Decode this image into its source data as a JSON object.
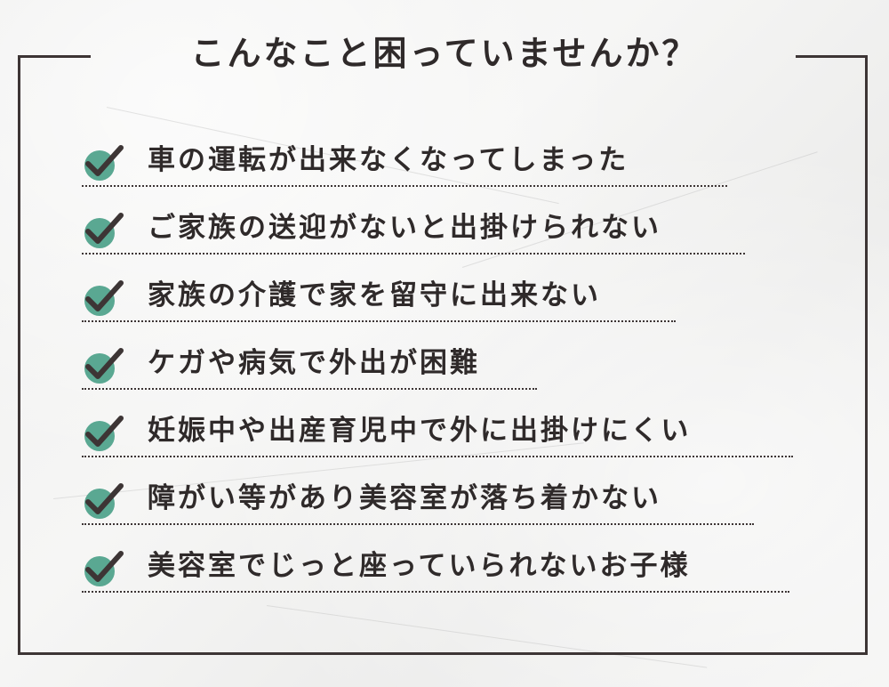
{
  "title": "こんなこと困っていませんか？",
  "colors": {
    "check_circle": "#5aa892",
    "check_mark": "#3d3535",
    "text": "#2f2a2a",
    "frame": "#3d3535"
  },
  "items": [
    "車の運転が出来なくなってしまった",
    "ご家族の送迎がないと出掛けられない",
    "家族の介護で家を留守に出来ない",
    "ケガや病気で外出が困難",
    "妊娠中や出産育児中で外に出掛けにくい",
    "障がい等があり美容室が落ち着かない",
    "美容室でじっと座っていられないお子様"
  ]
}
